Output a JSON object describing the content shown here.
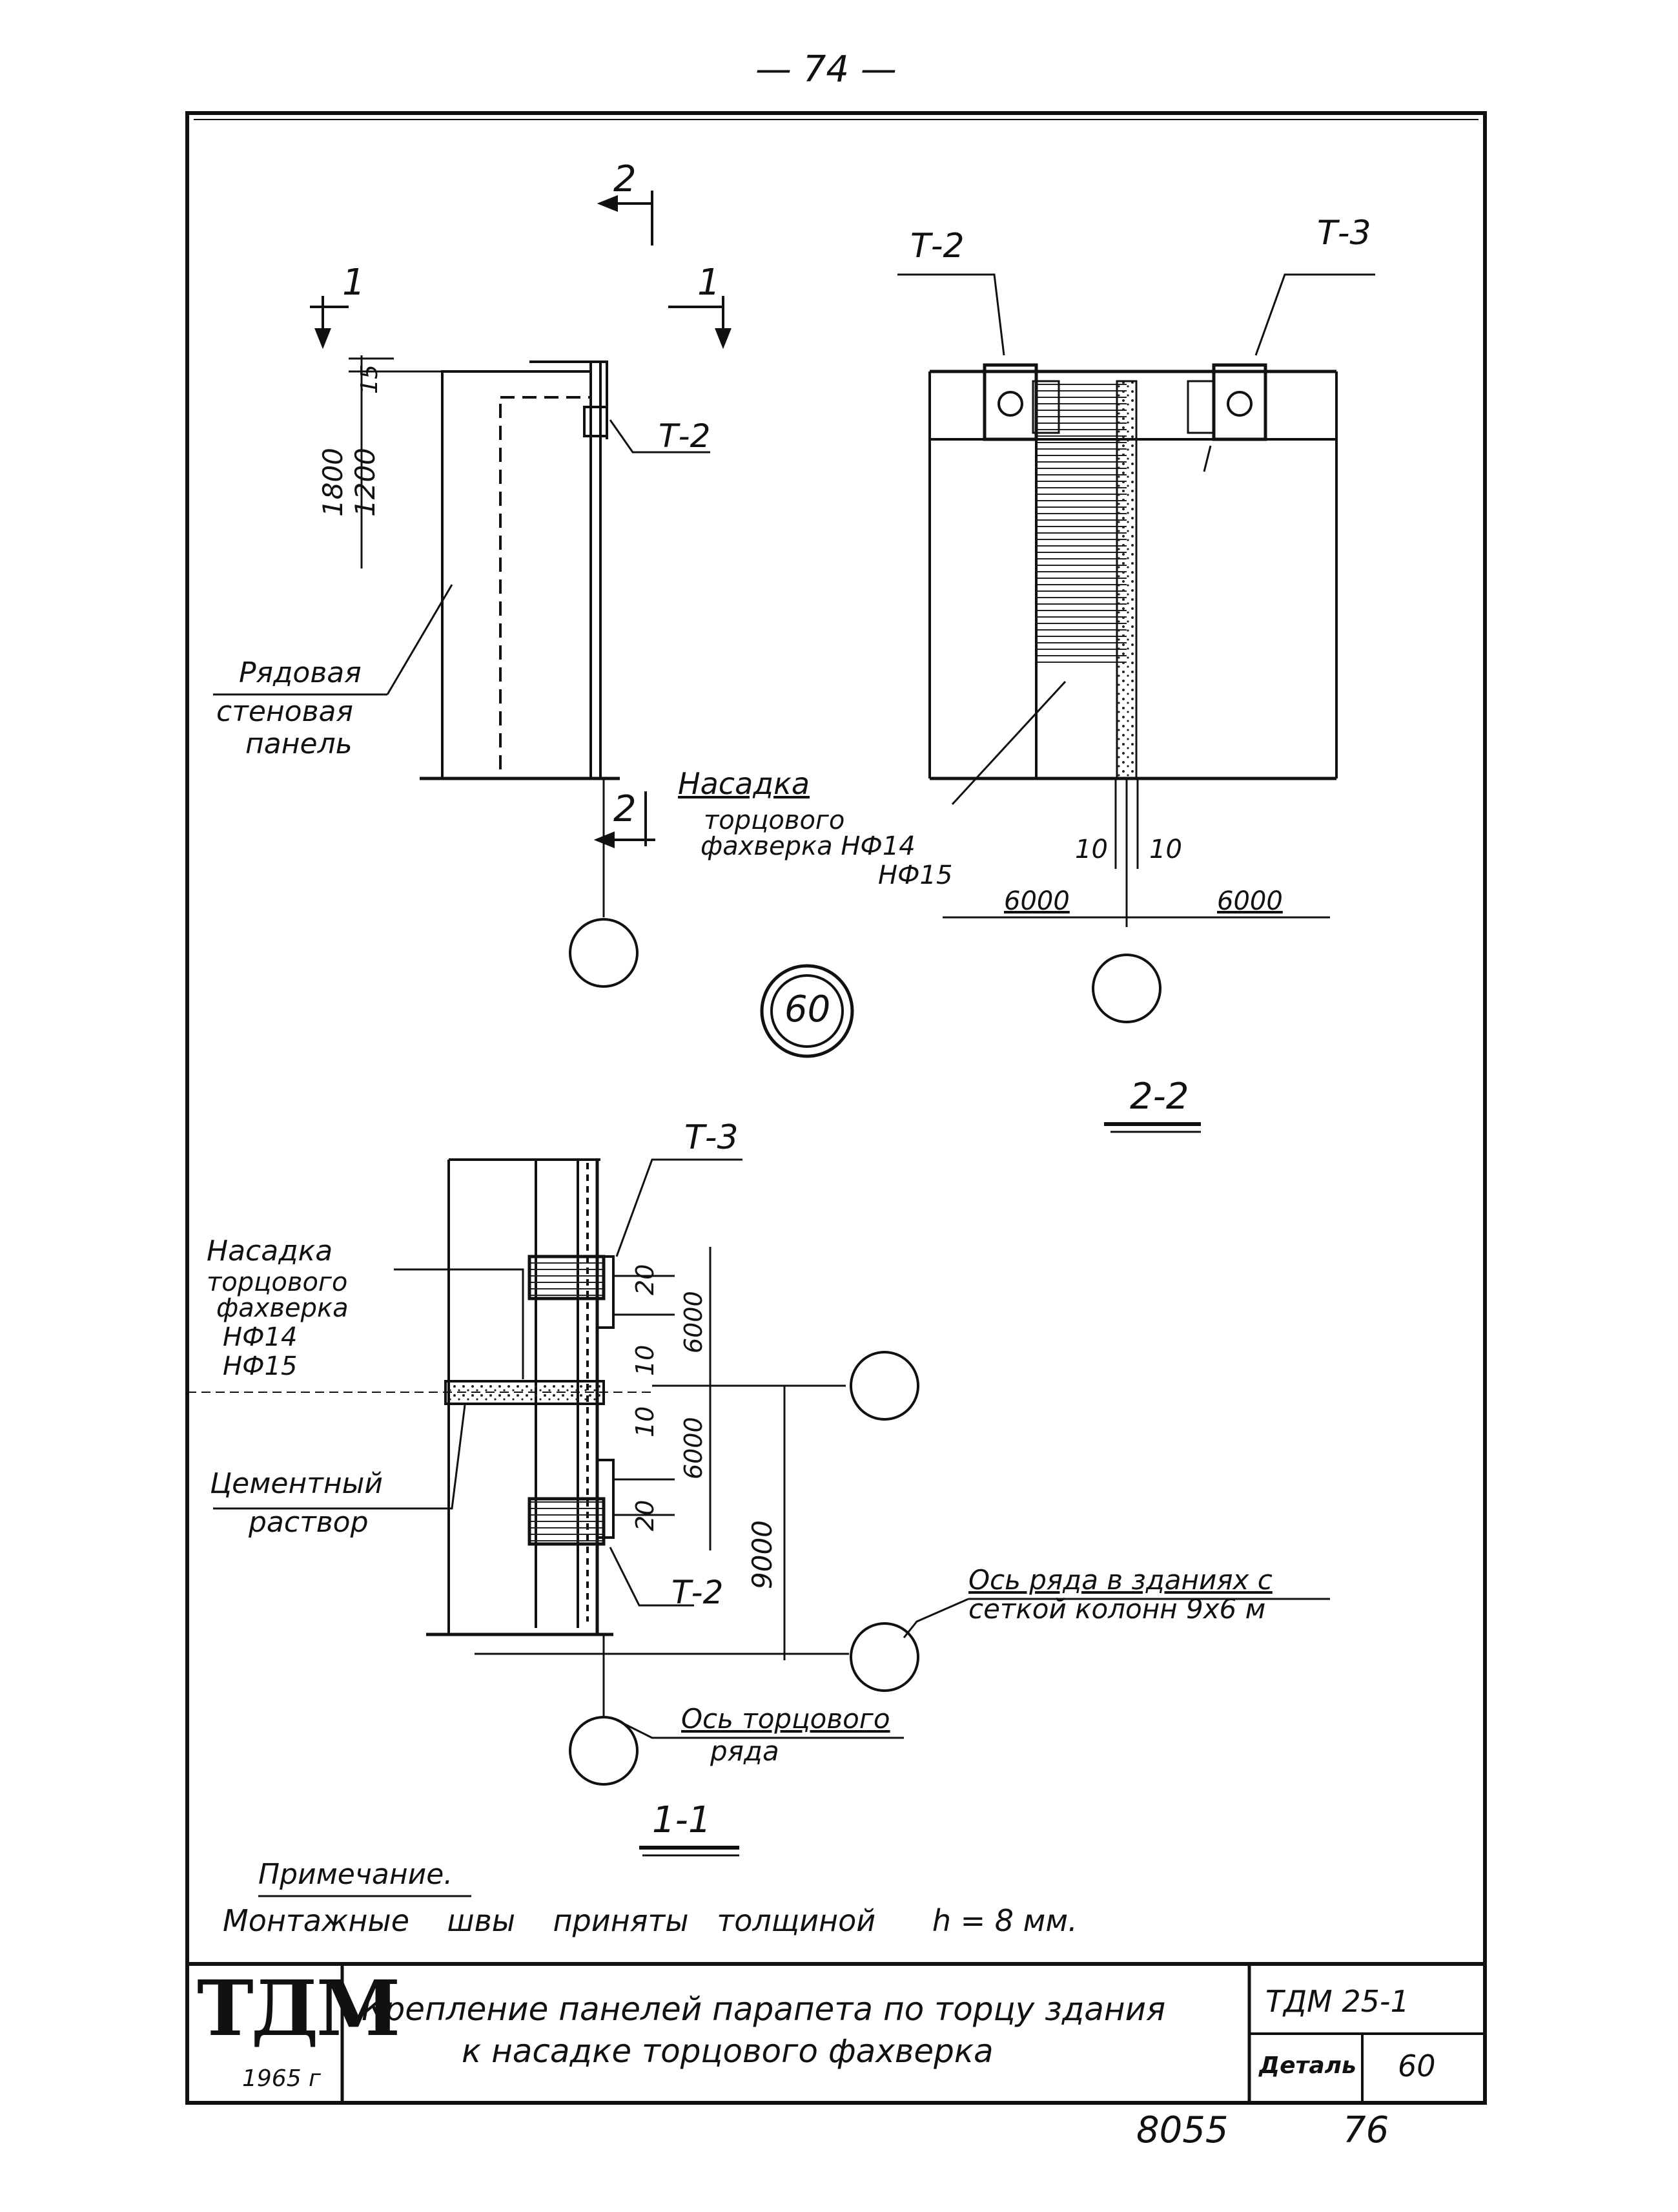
{
  "page_number": "— 74 —",
  "view_2_2": {
    "title": "2-2",
    "callout_left": "Т-2",
    "callout_right": "Т-3",
    "dim_left_10": "10",
    "dim_right_10": "10",
    "span_left": "6000",
    "span_right": "6000"
  },
  "view_elevation": {
    "section_mark_1": "1",
    "section_mark_2": "2",
    "dim_15": "15",
    "dim_1800": "1800",
    "dim_1200": "1200",
    "callout_t2": "Т-2",
    "label_panel": [
      "Рядовая",
      "стеновая",
      "панель"
    ],
    "label_nasadka": [
      "Насадка",
      "торцового",
      "фахверка  НФ14",
      "НФ15"
    ]
  },
  "detail_marker": "60",
  "view_1_1": {
    "title": "1-1",
    "callout_t3": "Т-3",
    "callout_t2": "Т-2",
    "label_nasadka": [
      "Насадка",
      "торцового",
      "фахверка",
      "НФ14",
      "НФ15"
    ],
    "label_cement": [
      "Цементный",
      "раствор"
    ],
    "dim_20_top": "20",
    "dim_6000_top": "6000",
    "dim_10_top": "10",
    "dim_10_bottom": "10",
    "dim_6000_bottom": "6000",
    "dim_20_bottom": "20",
    "dim_9000": "9000",
    "label_axis_row": [
      "Ось ряда  в зданиях с",
      "сеткой колонн  9х6 м"
    ],
    "label_axis_end": [
      "Ось торцового",
      "ряда"
    ]
  },
  "note": {
    "heading": "Примечание.",
    "text": "Монтажные    швы    приняты   толщиной      h = 8 мм."
  },
  "title_block": {
    "logo": "ТДМ",
    "year": "1965 г",
    "title_line1": "Крепление панелей парапета по торцу здания",
    "title_line2": "к насадке торцового фахверка",
    "doc_code": "ТДМ 25-1",
    "detail_label": "Деталь",
    "detail_value": "60"
  },
  "footer": {
    "number_left": "8055",
    "number_right": "76"
  }
}
